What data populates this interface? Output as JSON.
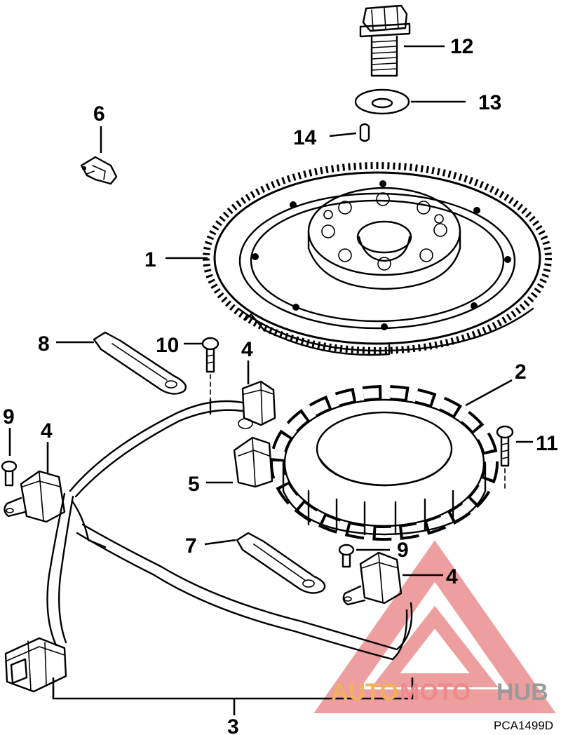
{
  "callouts": {
    "c1": "1",
    "c2": "2",
    "c3": "3",
    "c4a": "4",
    "c4b": "4",
    "c4c": "4",
    "c5": "5",
    "c6": "6",
    "c7": "7",
    "c8": "8",
    "c9a": "9",
    "c9b": "9",
    "c10": "10",
    "c11": "11",
    "c12": "12",
    "c13": "13",
    "c14": "14"
  },
  "figure_code": "PCA1499D",
  "watermark": {
    "part1": "AUTO",
    "part2": "MOTO",
    "part3": "HUB",
    "color_1": "#f2b25c",
    "color_2": "#f08a8a",
    "color_3": "#9a9a9a"
  }
}
